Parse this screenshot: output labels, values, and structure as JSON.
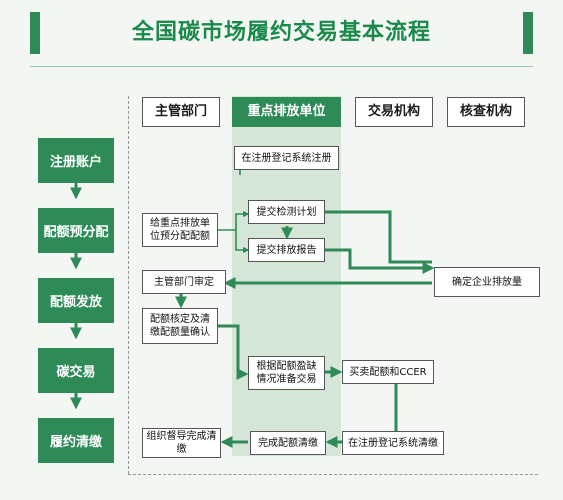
{
  "title": "全国碳市场履约交易基本流程",
  "lanes": [
    "主管部门",
    "重点排放单位",
    "交易机构",
    "核查机构"
  ],
  "phases": [
    "注册账户",
    "配额预分配",
    "配额发放",
    "碳交易",
    "履约清缴"
  ],
  "steps": {
    "register_system": "在注册登记系统注册",
    "allocate_quota": "给重点排放单位预分配配额",
    "submit_plan": "提交检测计划",
    "submit_report": "提交排放报告",
    "authority_review": "主管部门审定",
    "confirm_emission": "确定企业排放量",
    "verify_quota": "配额核定及清缴配额量确认",
    "prepare_trade": "根据配额盈缺情况准备交易",
    "trade_ccer": "买卖配额和CCER",
    "register_clear": "在注册登记系统清缴",
    "complete_clear": "完成配额清缴",
    "supervise": "组织督导完成清缴"
  },
  "colors": {
    "green": "#2e8b57",
    "lane": "#d5e6d8"
  }
}
